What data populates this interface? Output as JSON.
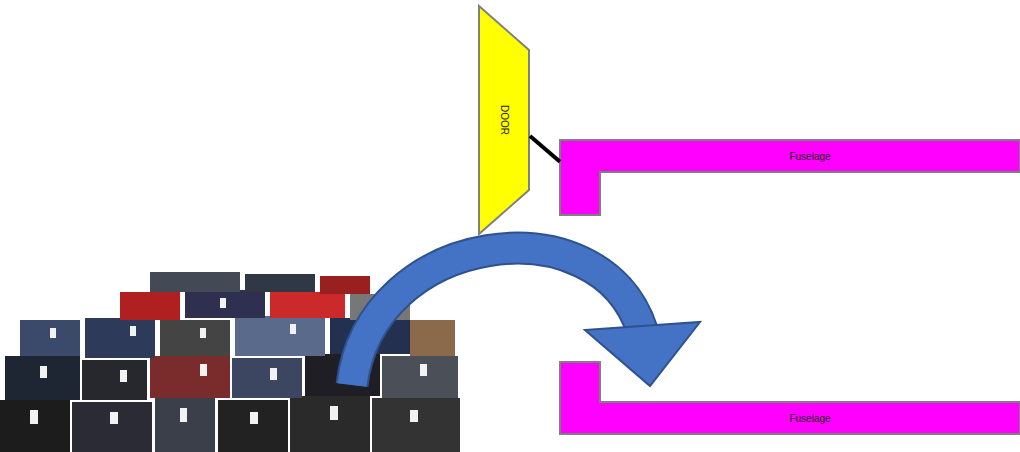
{
  "diagram": {
    "nodes": [
      {
        "text": [
          "DOOR"
        ]
      },
      {
        "text": [
          "Fuselage"
        ]
      },
      {
        "text": [
          "Fuselage"
        ]
      }
    ],
    "edges": [
      {
        "from": 0,
        "to": 1,
        "arrow": "none"
      }
    ]
  }
}
